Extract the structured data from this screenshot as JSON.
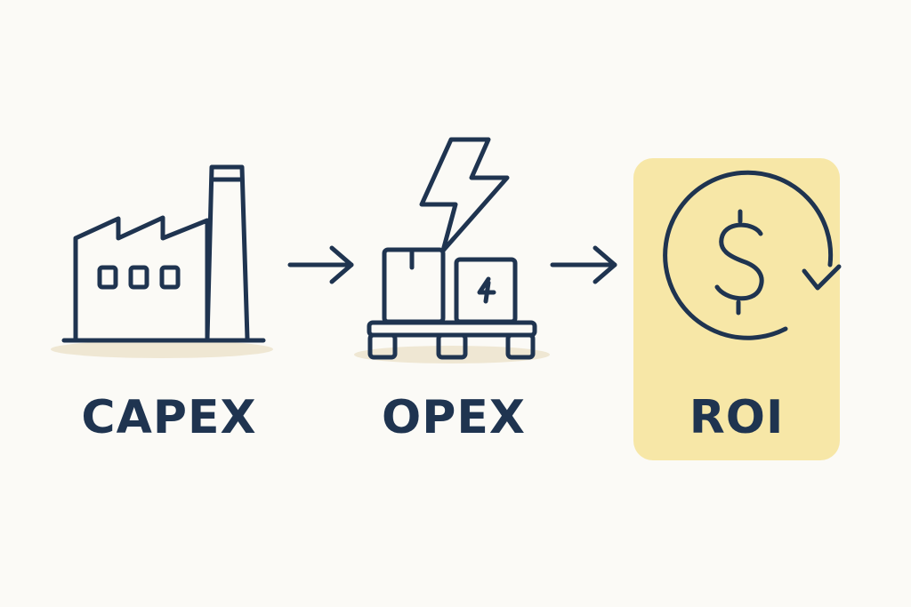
{
  "stages": [
    {
      "id": "capex",
      "label": "CAPEX",
      "icon": "factory-icon"
    },
    {
      "id": "opex",
      "label": "OPEX",
      "icon": "pallet-energy-icon"
    },
    {
      "id": "roi",
      "label": "ROI",
      "icon": "dollar-cycle-icon",
      "highlighted": true
    }
  ],
  "connectors": [
    {
      "from": "capex",
      "to": "opex",
      "icon": "arrow-right-icon"
    },
    {
      "from": "opex",
      "to": "roi",
      "icon": "arrow-right-icon"
    }
  ],
  "colors": {
    "background": "#fbfaf6",
    "stroke": "#1f3450",
    "highlight": "#f7e7a7",
    "shadow": "#efe7d3"
  }
}
